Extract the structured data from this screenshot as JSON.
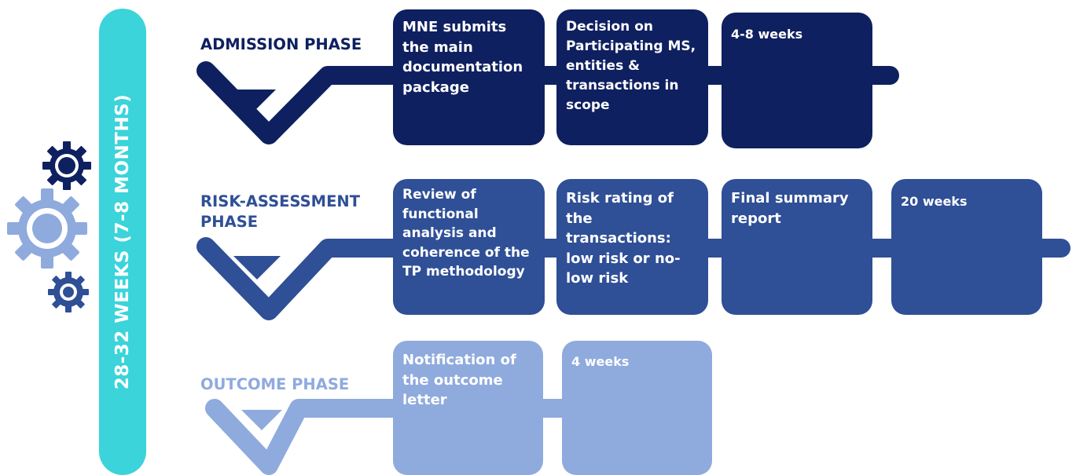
{
  "timeline": {
    "label": "28-32 WEEKS (7-8 MONTHS)"
  },
  "colors": {
    "sidebar": "#3ad4da",
    "admission": "#0f2060",
    "risk": "#2f4f96",
    "outcome": "#8faadd",
    "gear_dark": "#0f2060",
    "gear_light": "#8faadd",
    "gear_mid": "#2f4f96"
  },
  "icons": [
    "gear-icon-dark",
    "gear-icon-light",
    "gear-icon-mid"
  ],
  "phases": [
    {
      "title": "ADMISSION PHASE",
      "boxes": [
        {
          "text": "MNE submits the main documentation package"
        },
        {
          "text": "Decision on Participating MS, entities & transactions in scope"
        },
        {
          "text": "4-8 weeks"
        }
      ]
    },
    {
      "title": "RISK-ASSESSMENT PHASE",
      "boxes": [
        {
          "text": "Review of functional analysis and coherence of the TP methodology"
        },
        {
          "text": "Risk rating of the transactions: low risk or no-low risk"
        },
        {
          "text": "Final summary report"
        },
        {
          "text": "20 weeks"
        }
      ]
    },
    {
      "title": "OUTCOME PHASE",
      "boxes": [
        {
          "text": "Notification of the outcome letter"
        },
        {
          "text": "4 weeks"
        }
      ]
    }
  ]
}
